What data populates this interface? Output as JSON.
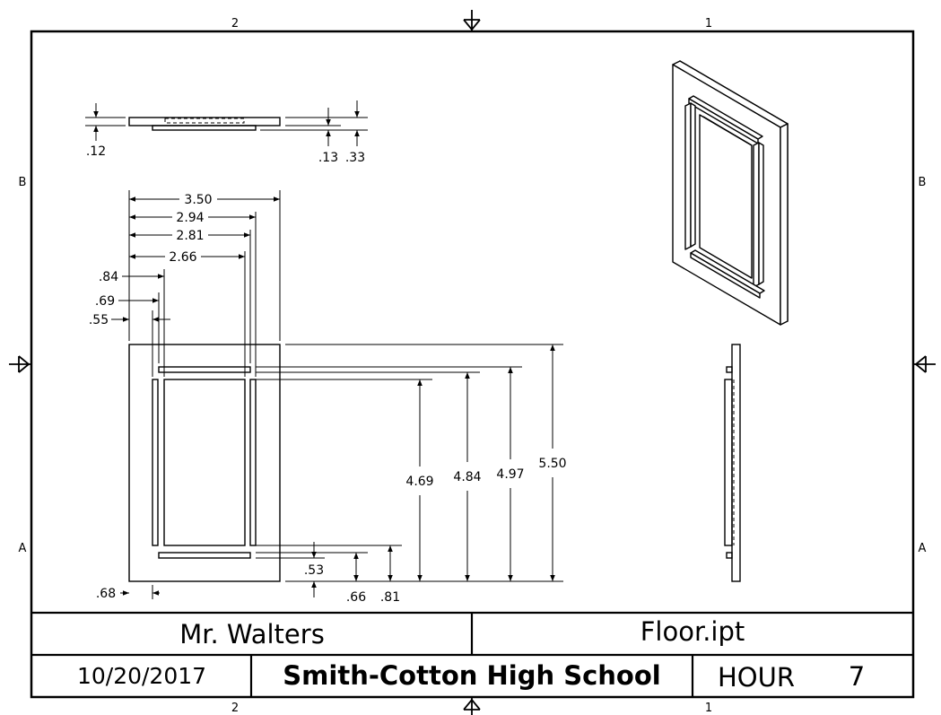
{
  "zones": {
    "top_left": "2",
    "top_right": "1",
    "bottom_left": "2",
    "bottom_right": "1",
    "left_upper": "B",
    "left_lower": "A",
    "right_upper": "B",
    "right_lower": "A"
  },
  "side_view_dims": {
    "d1": ".12",
    "d2": ".13",
    "d3": ".33"
  },
  "front_view_horizontal_dims": {
    "w1": "3.50",
    "w2": "2.94",
    "w3": "2.81",
    "w4": "2.66",
    "w5": ".84",
    "w6": ".69",
    "w7": ".55",
    "w8": ".68"
  },
  "front_view_vertical_dims": {
    "h1": "4.69",
    "h2": "4.84",
    "h3": "4.97",
    "h4": "5.50",
    "h5": ".53",
    "h6": ".66",
    "h7": ".81"
  },
  "title_block": {
    "teacher": "Mr. Walters",
    "file": "Floor.ipt",
    "date": "10/20/2017",
    "school": "Smith-Cotton High School",
    "hour_label": "HOUR",
    "hour_value": "7"
  }
}
